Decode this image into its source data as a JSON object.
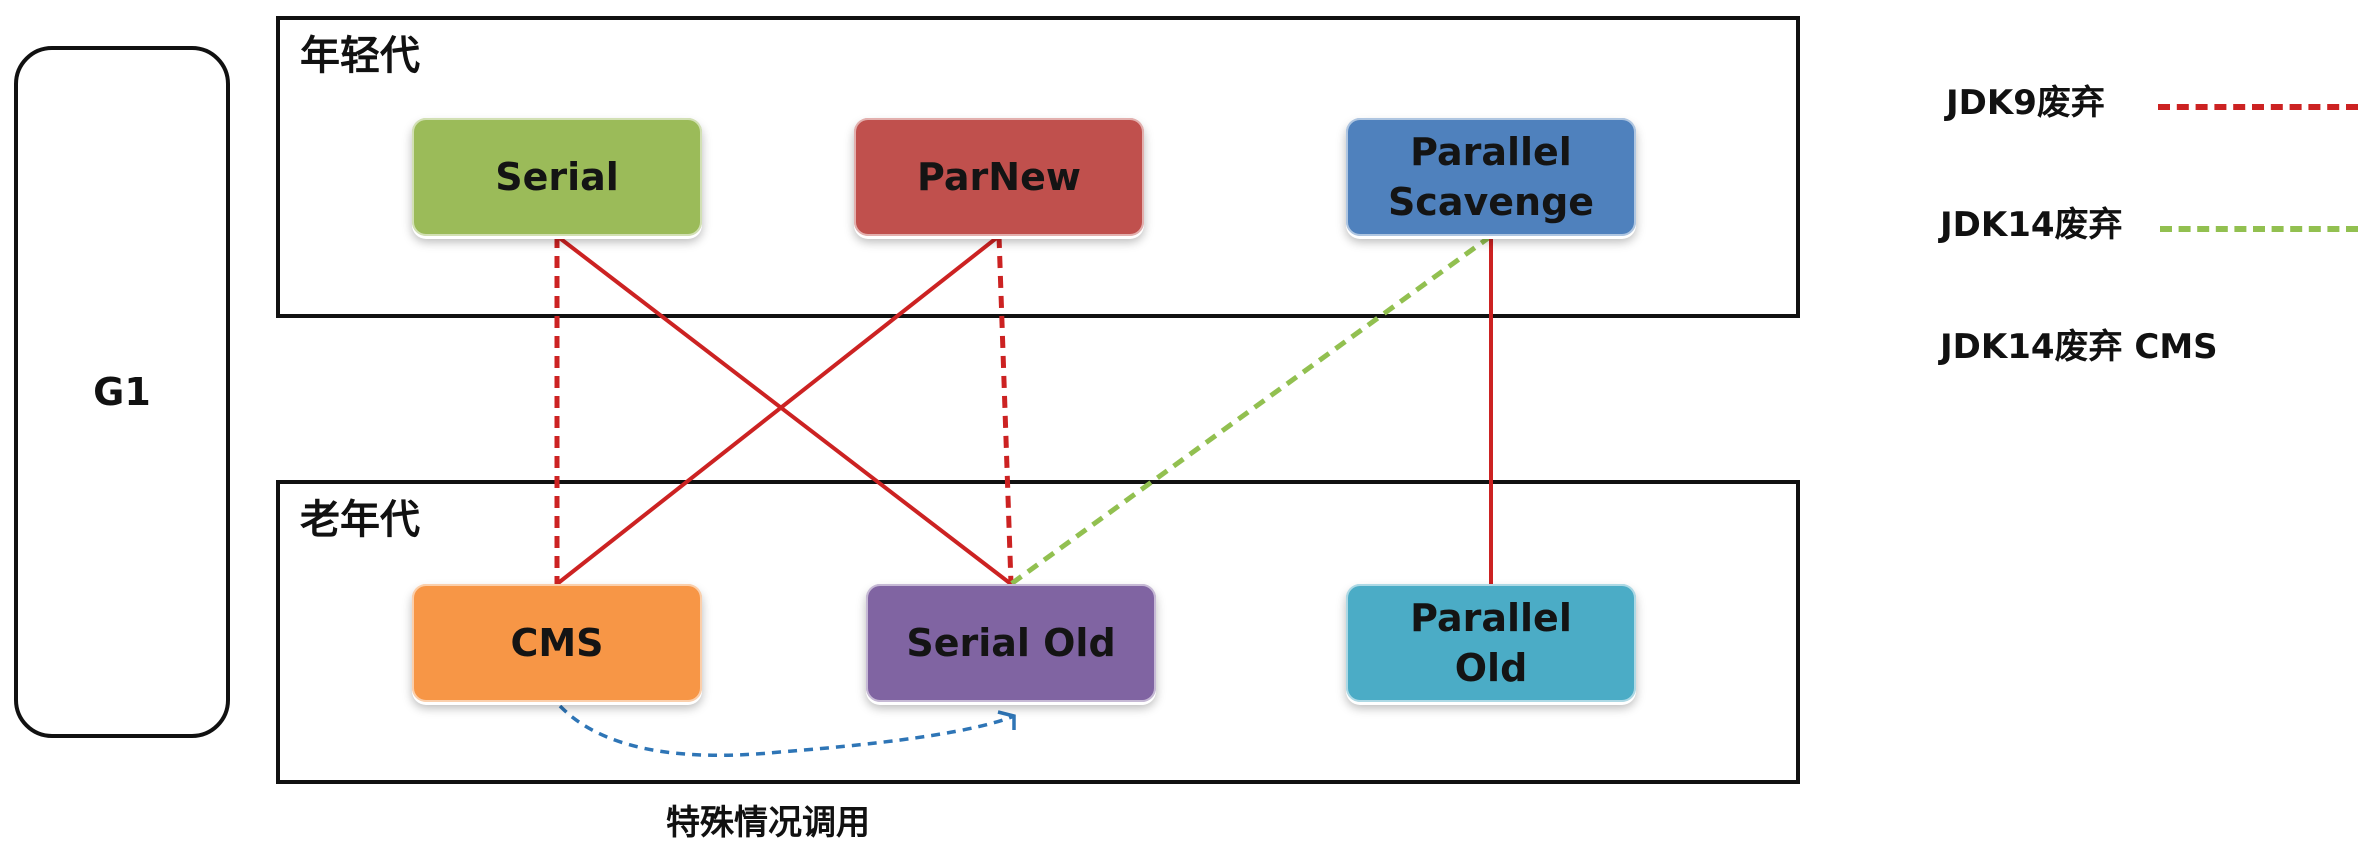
{
  "g1": {
    "label": "G1"
  },
  "young_generation": {
    "label": "年轻代"
  },
  "old_generation": {
    "label": "老年代"
  },
  "collectors": {
    "serial": {
      "label": "Serial",
      "color": "#9BBB59"
    },
    "parnew": {
      "label": "ParNew",
      "color": "#C0504D"
    },
    "parallel_scavenge": {
      "label": "Parallel\nScavenge",
      "color": "#4F81BD"
    },
    "cms": {
      "label": "CMS",
      "color": "#F79646"
    },
    "serial_old": {
      "label": "Serial Old",
      "color": "#8064A2"
    },
    "parallel_old": {
      "label": "Parallel\nOld",
      "color": "#4BACC6"
    }
  },
  "links": [
    {
      "from": "serial",
      "to": "cms",
      "style": "dashed",
      "color": "#CC2222"
    },
    {
      "from": "serial",
      "to": "serial_old",
      "style": "solid",
      "color": "#CC2222"
    },
    {
      "from": "parnew",
      "to": "cms",
      "style": "solid",
      "color": "#CC2222"
    },
    {
      "from": "parnew",
      "to": "serial_old",
      "style": "dashed",
      "color": "#CC2222"
    },
    {
      "from": "parallel_scavenge",
      "to": "serial_old",
      "style": "dashed",
      "color": "#92C050"
    },
    {
      "from": "parallel_scavenge",
      "to": "parallel_old",
      "style": "solid",
      "color": "#CC2222"
    }
  ],
  "special_call": {
    "label": "特殊情况调用",
    "color": "#2E75B6"
  },
  "legend": {
    "jdk9": {
      "label": "JDK9废弃",
      "color": "#CC2222"
    },
    "jdk14": {
      "label": "JDK14废弃",
      "color": "#92C050"
    },
    "jdk14_cms": {
      "label": "JDK14废弃  CMS"
    }
  }
}
